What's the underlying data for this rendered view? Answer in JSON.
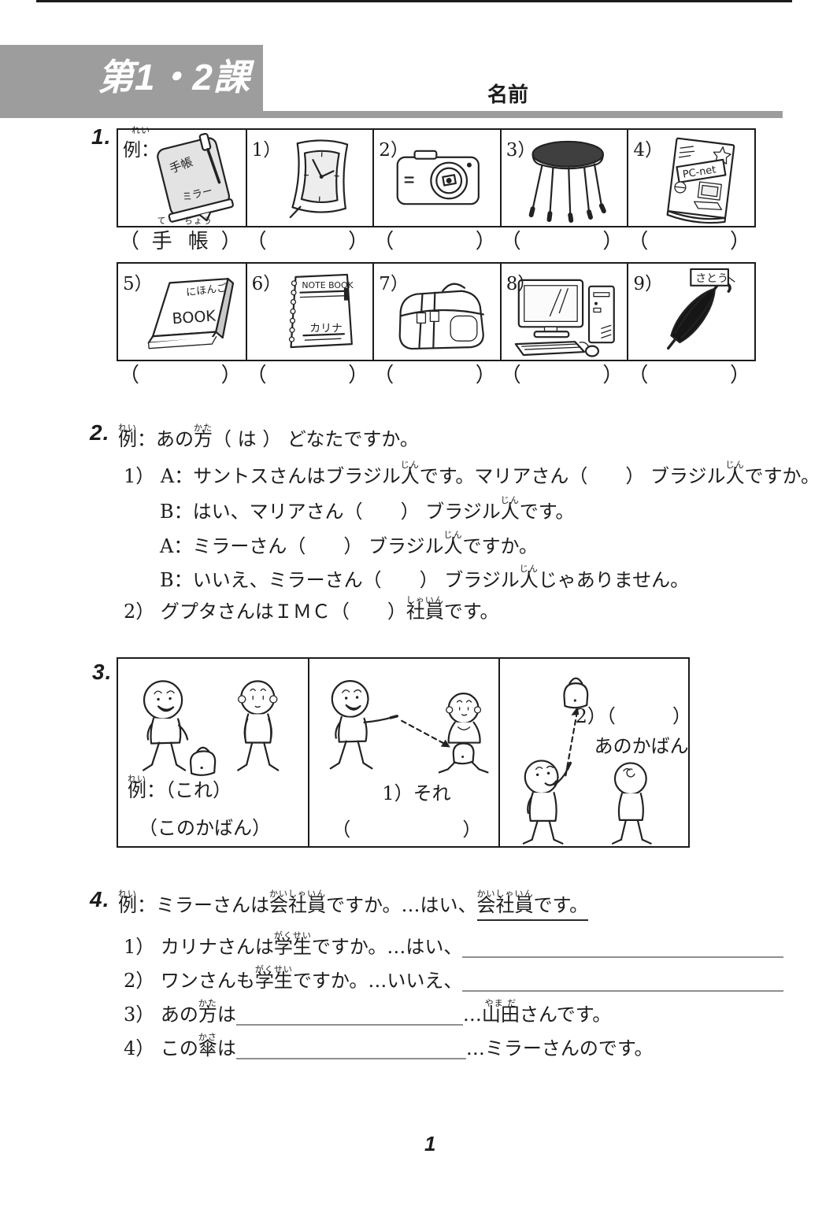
{
  "colors": {
    "banner_gray": "#9d9d9d",
    "ink": "#1c1c1c",
    "blank_line": "#8f8f8f"
  },
  "header": {
    "lesson": "第1・2課",
    "name_label": "名前"
  },
  "page_number": "1",
  "q1": {
    "number": "1.",
    "paren_open": "（",
    "paren_close": "）",
    "items": [
      {
        "label": "例：",
        "furigana": "れい",
        "icon": "planner"
      },
      {
        "label": "1）",
        "icon": "desk-clock"
      },
      {
        "label": "2）",
        "icon": "camera"
      },
      {
        "label": "3）",
        "icon": "stool"
      },
      {
        "label": "4）",
        "icon": "magazine"
      },
      {
        "label": "5）",
        "icon": "book"
      },
      {
        "label": "6）",
        "icon": "notebook"
      },
      {
        "label": "7）",
        "icon": "bag"
      },
      {
        "label": "8）",
        "icon": "computer"
      },
      {
        "label": "9）",
        "icon": "umbrella"
      }
    ],
    "example_answer": {
      "t1": "手",
      "r1": "て",
      "t2": "帳",
      "r2": "ちょう"
    },
    "art": {
      "planner_top": "手帳",
      "planner_bottom": "ミラー",
      "magazine_title": "PC-net",
      "book_top": "にほんご",
      "book_bottom": "BOOK",
      "notebook_title": "NOTE BOOK",
      "notebook_name": "カリナ",
      "umbrella_tag": "さとう"
    }
  },
  "q2": {
    "number": "2.",
    "ex": {
      "s0": {
        "t": "例",
        "r": "れい"
      },
      "s1": {
        "t": "：あの"
      },
      "s2": {
        "t": "方",
        "r": "かた"
      },
      "s3": {
        "t": "（ は ） どなたですか。"
      }
    },
    "l1a": {
      "s0": {
        "t": "1） A：サントスさんはブラジル"
      },
      "s1": {
        "t": "人",
        "r": "じん"
      },
      "s2": {
        "t": "です。マリアさん（　　） ブラジル"
      },
      "s3": {
        "t": "人",
        "r": "じん"
      },
      "s4": {
        "t": "ですか。"
      }
    },
    "l1b": {
      "s0": {
        "t": "B：はい、マリアさん（　　） ブラジル"
      },
      "s1": {
        "t": "人",
        "r": "じん"
      },
      "s2": {
        "t": "です。"
      }
    },
    "l1c": {
      "s0": {
        "t": "A：ミラーさん（　　） ブラジル"
      },
      "s1": {
        "t": "人",
        "r": "じん"
      },
      "s2": {
        "t": "ですか。"
      }
    },
    "l1d": {
      "s0": {
        "t": "B：いいえ、ミラーさん（　　） ブラジル"
      },
      "s1": {
        "t": "人",
        "r": "じん"
      },
      "s2": {
        "t": "じゃありません。"
      }
    },
    "l2": {
      "s0": {
        "t": "2） グプタさんはＩＭＣ（　　）"
      },
      "s1": {
        "t": "社員",
        "r": "しゃいん"
      },
      "s2": {
        "t": "です。"
      }
    }
  },
  "q3": {
    "number": "3.",
    "ex": {
      "line1_s0": {
        "t": "例",
        "r": "れい"
      },
      "line1_s1": {
        "t": "：（これ）"
      },
      "line2": "（このかばん）"
    },
    "p1": {
      "line1": "1）それ",
      "line2_open": "（",
      "line2_close": "）"
    },
    "p2": {
      "line1": "2）（　　　）",
      "line2": "あのかばん"
    }
  },
  "q4": {
    "number": "4.",
    "ex": {
      "s0": {
        "t": "例",
        "r": "れい"
      },
      "s1": {
        "t": "：ミラーさんは"
      },
      "s2": {
        "t": "会社員",
        "r": "かいしゃいん"
      },
      "s3": {
        "t": "ですか。…はい、"
      },
      "s4": {
        "t": "会社員",
        "r": "かいしゃいん"
      },
      "s5": {
        "t": "です。"
      }
    },
    "l1": {
      "s0": {
        "t": "1） カリナさんは"
      },
      "s1": {
        "t": "学生",
        "r": "がくせい"
      },
      "s2": {
        "t": "ですか。…はい、"
      }
    },
    "l2": {
      "s0": {
        "t": "2） ワンさんも"
      },
      "s1": {
        "t": "学生",
        "r": "がくせい"
      },
      "s2": {
        "t": "ですか。…いいえ、"
      }
    },
    "l3": {
      "s0": {
        "t": "3） あの"
      },
      "s1": {
        "t": "方",
        "r": "かた"
      },
      "s2": {
        "t": "は"
      },
      "s3": {
        "t": "…"
      },
      "s4": {
        "t": "山田",
        "r": "やま だ"
      },
      "s5": {
        "t": "さんです。"
      }
    },
    "l4": {
      "s0": {
        "t": "4） この"
      },
      "s1": {
        "t": "傘",
        "r": "かさ"
      },
      "s2": {
        "t": "は"
      },
      "s3": {
        "t": "…ミラーさんのです。"
      }
    }
  }
}
